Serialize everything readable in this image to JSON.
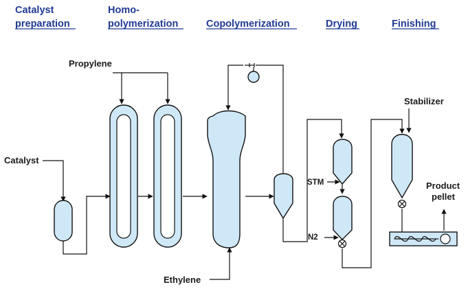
{
  "stages": {
    "catalyst_preparation": [
      "Catalyst",
      "preparation"
    ],
    "homopolymerization": [
      "Homo-",
      "polymerization"
    ],
    "copolymerization": "Copolymerization",
    "drying": "Drying",
    "finishing": "Finishing"
  },
  "streams": {
    "propylene": "Propylene",
    "catalyst": "Catalyst",
    "ethylene": "Ethylene",
    "stm": "STM",
    "n2": "N2",
    "stabilizer": "Stabilizer",
    "product": [
      "Product",
      "pellet"
    ]
  },
  "colors": {
    "title": "#1f3a93",
    "vessel_fill": "#cfe8f7",
    "line": "#111111"
  }
}
